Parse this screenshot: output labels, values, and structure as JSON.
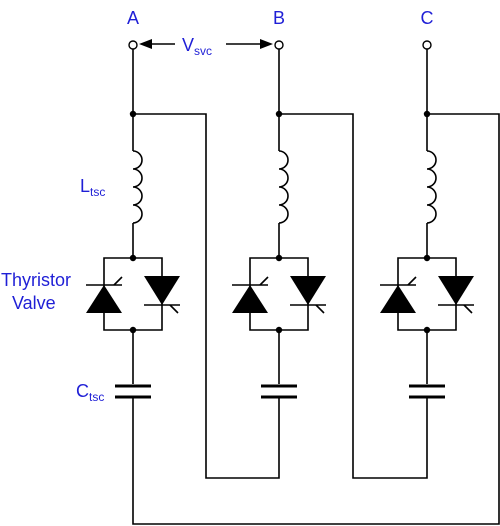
{
  "terminals": {
    "a": "A",
    "b": "B",
    "c": "C"
  },
  "voltage_label": {
    "main": "V",
    "sub": "svc"
  },
  "inductor_label": {
    "main": "L",
    "sub": "tsc"
  },
  "capacitor_label": {
    "main": "C",
    "sub": "tsc"
  },
  "thyristor_label": {
    "line1": "Thyristor",
    "line2": "Valve"
  },
  "colors": {
    "label": "#1f1fd6",
    "wire": "#000000"
  }
}
